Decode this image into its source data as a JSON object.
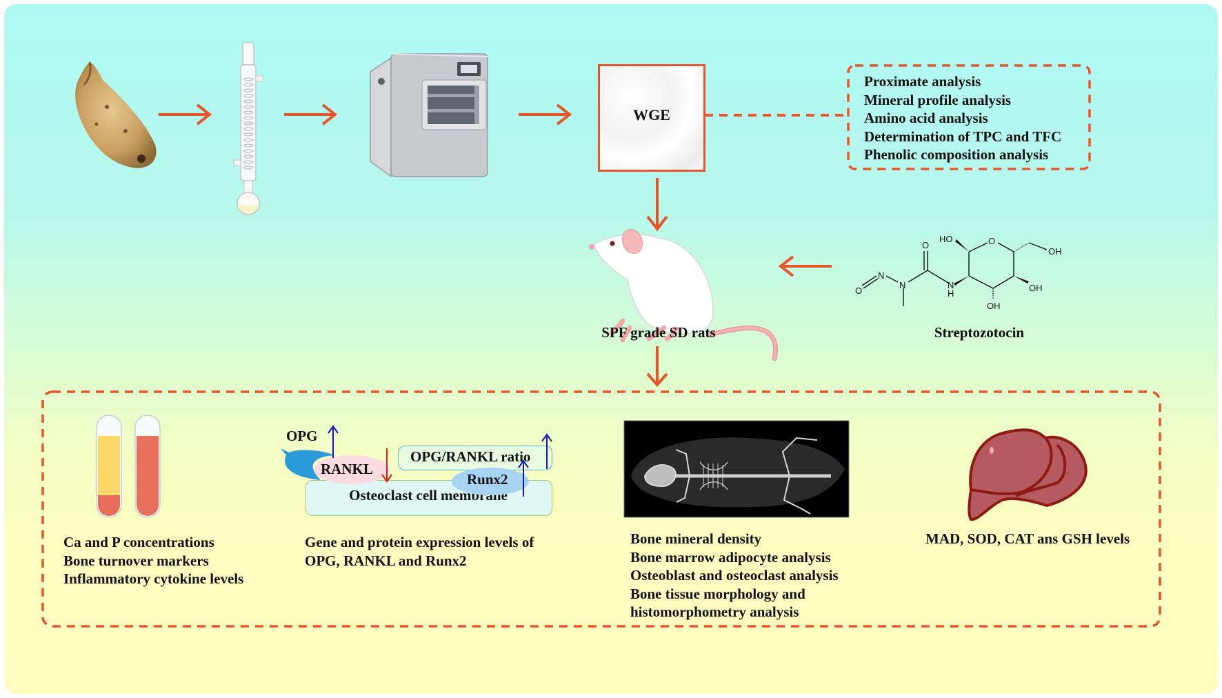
{
  "diagram": {
    "colors": {
      "accent_arrow": "#e8552b",
      "background_top": "#aff9f5",
      "background_bottom": "#fffcbe",
      "up_arrow": "#1515c8",
      "down_arrow": "#e21a1a",
      "text": "#111111"
    },
    "pipeline": {
      "steps": [
        {
          "icon": "sweet-potato-icon"
        },
        {
          "icon": "reflux-condenser-icon"
        },
        {
          "icon": "freeze-dryer-icon"
        },
        {
          "icon": "powder-sample-icon",
          "label": "WGE"
        }
      ]
    },
    "analysis_box": {
      "items": [
        "Proximate analysis",
        "Mineral profile analysis",
        "Amino acid analysis",
        "Determination of TPC and TFC",
        "Phenolic composition analysis"
      ]
    },
    "model": {
      "rat_label": "SPF grade SD rats",
      "inducer_label": "Streptozotocin",
      "structure_atoms": {
        "ho_top": "HO",
        "o_ring": "O",
        "oh_ch2": "OH",
        "o_carbonyl": "O",
        "n_nitroso": "N",
        "o_nitroso": "O",
        "n_methyl": "N",
        "nh_n": "N",
        "nh_h": "H",
        "oh_right": "OH",
        "oh_bottom": "OH"
      }
    },
    "outcomes": {
      "blood": {
        "icon": "blood-tubes-icon",
        "lines": [
          "Ca and P concentrations",
          "Bone turnover markers",
          "Inflammatory cytokine levels"
        ]
      },
      "signaling": {
        "icon": "opg-rankl-pathway-diagram",
        "opg": "OPG",
        "rankl": "RANKL",
        "ratio": "OPG/RANKL ratio",
        "runx2": "Runx2",
        "membrane": "Osteoclast cell membrane",
        "lines": [
          "Gene and protein expression levels of",
          "OPG, RANKL and Runx2"
        ]
      },
      "bone": {
        "icon": "micro-ct-skeleton-image",
        "lines": [
          "Bone mineral density",
          "Bone marrow adipocyte analysis",
          "Osteoblast and osteoclast analysis",
          "Bone tissue morphology and",
          "histomorphometry analysis"
        ]
      },
      "liver": {
        "icon": "liver-icon",
        "lines": [
          "MAD, SOD, CAT ans GSH levels"
        ]
      }
    }
  }
}
